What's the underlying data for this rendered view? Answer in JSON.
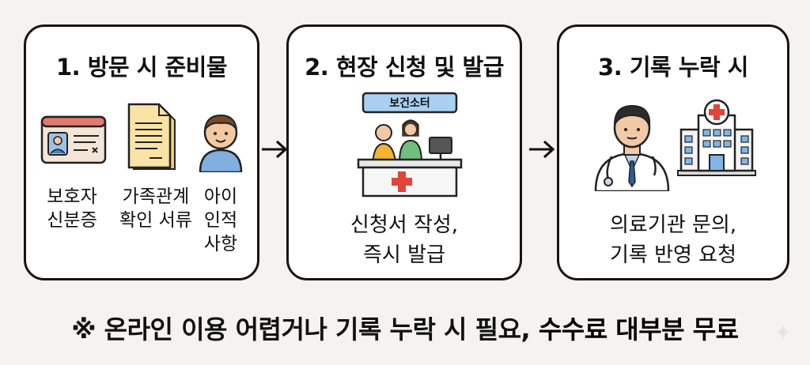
{
  "steps": [
    {
      "title": "1. 방문 시 준비물",
      "items": [
        {
          "icon": "id-card-icon",
          "label_lines": [
            "보호자",
            "신분증"
          ]
        },
        {
          "icon": "documents-icon",
          "label_lines": [
            "가족관계",
            "확인 서류"
          ]
        },
        {
          "icon": "child-icon",
          "label_lines": [
            "아이",
            "인적",
            "사항"
          ]
        }
      ]
    },
    {
      "title": "2. 현장 신청 및 발급",
      "icon": "health-center-counter-icon",
      "sign": "보건소터",
      "desc_lines": [
        "신청서 작성,",
        "즉시 발급"
      ]
    },
    {
      "title": "3. 기록 누락 시",
      "icons": [
        "doctor-icon",
        "hospital-icon"
      ],
      "desc_lines": [
        "의료기관 문의,",
        "기록 반영 요청"
      ]
    }
  ],
  "note": {
    "prefix": "※ 온라인 이용 어렵거나 기록 누락 시 필요, ",
    "highlight": "수수료 대부분 무료"
  },
  "colors": {
    "background": "#f4f3ef",
    "border": "#151515",
    "cross_red": "#e0443a",
    "accent_blue": "#6fa3d8",
    "paper_yellow": "#f7d98b"
  }
}
